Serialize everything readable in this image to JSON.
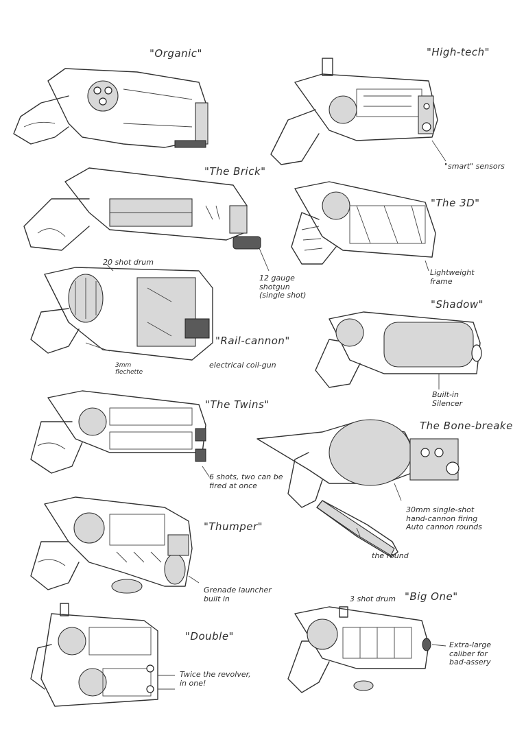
{
  "colors": {
    "paper": "#ffffff",
    "ink": "#2e2e2e"
  },
  "labels": {
    "organic": "\"Organic\"",
    "high_tech": "\"High-tech\"",
    "smart_sensors": "\"smart\" sensors",
    "the_brick": "\"The Brick\"",
    "the_3d": "\"The 3D\"",
    "shot_drum_20": "20 shot drum",
    "shotgun_note": "12 gauge shotgun (single shot)",
    "lightweight_frame": "Lightweight frame",
    "shadow": "\"Shadow\"",
    "rail_cannon": "\"Rail-cannon\"",
    "coil_gun": "electrical coil-gun",
    "flechette": "3mm flechette",
    "built_in_silencer": "Built-in Silencer",
    "the_twins": "\"The Twins\"",
    "bone_breaker": "The Bone-breaker",
    "twins_note": "6 shots, two can be fired at once",
    "thumper": "\"Thumper\"",
    "bone_breaker_note": "30mm single-shot hand-cannon firing Auto cannon rounds",
    "the_round": "the round",
    "grenade_launcher": "Grenade launcher built in",
    "shot_drum_3": "3 shot drum",
    "big_one": "\"Big One\"",
    "double": "\"Double\"",
    "extra_large": "Extra-large caliber for bad-assery",
    "twice_revolver": "Twice the revolver, in one!"
  }
}
